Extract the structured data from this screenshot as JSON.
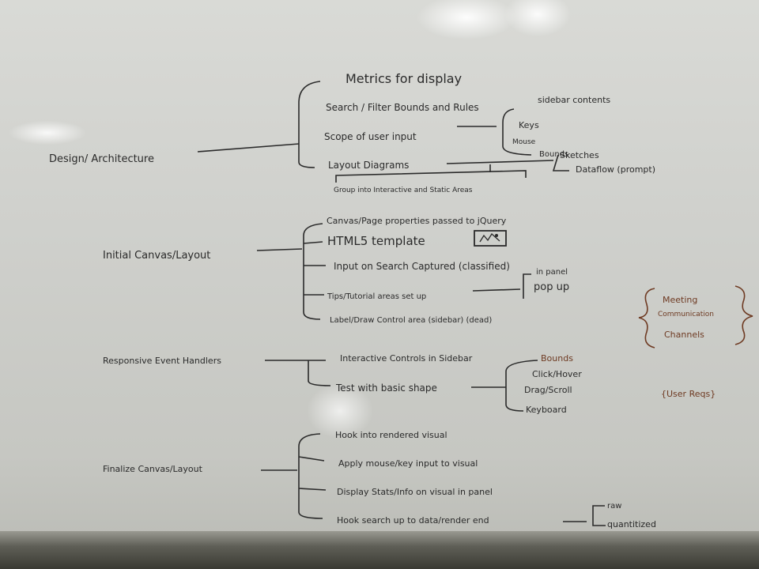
{
  "board": {
    "design": {
      "root": "Design/ Architecture",
      "metrics": "Metrics for display",
      "search_filter": "Search / Filter Bounds and Rules",
      "scope": "Scope of user input",
      "scope_items": [
        "sidebar contents",
        "Keys",
        "Mouse",
        "Bounds"
      ],
      "layout": "Layout Diagrams",
      "layout_items": [
        "Sketches",
        "Dataflow (prompt)"
      ],
      "group": "Group into Interactive and Static Areas"
    },
    "initial": {
      "root": "Initial Canvas/Layout",
      "items": [
        "Canvas/Page properties passed to jQuery",
        "HTML5 template",
        "Input on Search Captured (classified)",
        "Tips/Tutorial areas set up",
        "Label/Draw Control area (sidebar) (dead)"
      ],
      "tips_items": [
        "in panel",
        "pop up"
      ]
    },
    "responsive": {
      "root": "Responsive Event Handlers",
      "items": [
        "Interactive Controls in Sidebar",
        "Test with basic shape"
      ],
      "test_items": [
        "Bounds",
        "Click/Hover",
        "Drag/Scroll",
        "Keyboard"
      ]
    },
    "finalize": {
      "root": "Finalize Canvas/Layout",
      "items": [
        "Hook into rendered visual",
        "Apply mouse/key input to visual",
        "Display Stats/Info on visual in panel",
        "Hook search up to data/render end"
      ],
      "hook_items": [
        "raw",
        "quantitized"
      ]
    },
    "notes": {
      "meeting": [
        "Meeting",
        "Communication",
        "Channels"
      ],
      "user_reqs": "{User Reqs}"
    }
  }
}
